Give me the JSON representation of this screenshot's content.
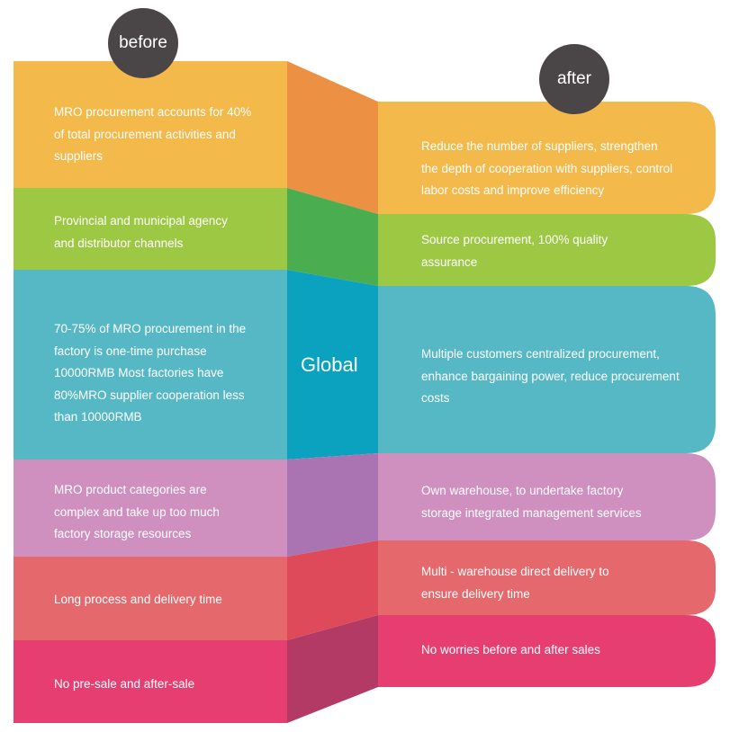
{
  "header": {
    "before_label": "before",
    "after_label": "after"
  },
  "center_label": "Global",
  "colors": {
    "orange": "#f3b94a",
    "orange_mid": "#ec9044",
    "green": "#9dc843",
    "green_mid": "#4aad4f",
    "teal": "#56b8c5",
    "teal_mid": "#0ba2c0",
    "purple": "#cf8fbf",
    "purple_mid": "#a974b1",
    "red": "#e5686c",
    "red_mid": "#df4a5a",
    "pink": "#e63e70",
    "pink_mid": "#b23a65",
    "circle": "#4a4647"
  },
  "rows": [
    {
      "before": "MRO procurement accounts for 40% of total procurement activities and suppliers",
      "after": "Reduce the number of suppliers, strengthen the depth of cooperation with suppliers, control labor costs and improve efficiency"
    },
    {
      "before": "Provincial and municipal agency and distributor channels",
      "after": "Source procurement, 100% quality assurance"
    },
    {
      "before": "70-75% of MRO procurement in the factory is one-time purchase 10000RMB Most factories have 80%MRO supplier cooperation less than 10000RMB",
      "after": "Multiple customers centralized procurement, enhance bargaining power, reduce procurement costs"
    },
    {
      "before": "MRO product categories are complex and take up too much factory storage resources",
      "after": "Own warehouse, to undertake factory storage integrated management services"
    },
    {
      "before": "Long process and delivery time",
      "after": "Multi - warehouse direct delivery to ensure delivery time"
    },
    {
      "before": "No pre-sale and after-sale",
      "after": "No worries before and after sales"
    }
  ]
}
